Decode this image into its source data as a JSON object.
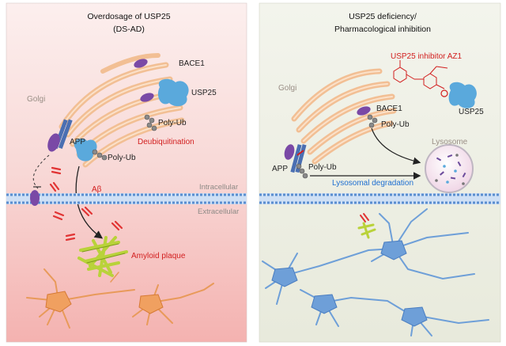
{
  "left_panel": {
    "title_line1": "Overdosage of USP25",
    "title_line2": "(DS-AD)",
    "labels": {
      "bace1": "BACE1",
      "usp25": "USP25",
      "golgi": "Golgi",
      "poly_ub_1": "Poly-Ub",
      "app": "APP",
      "deubiquitination": "Deubiquitination",
      "poly_ub_2": "Poly-Ub",
      "abeta": "Aβ",
      "intracellular": "Intracellular",
      "extracellular": "Extracellular",
      "amyloid_plaque": "Amyloid plaque"
    }
  },
  "right_panel": {
    "title_line1": "USP25 deficiency/",
    "title_line2": "Pharmacological inhibition",
    "labels": {
      "inhibitor": "USP25 inhibitor AZ1",
      "golgi": "Golgi",
      "bace1": "BACE1",
      "poly_ub_1": "Poly-Ub",
      "usp25": "USP25",
      "lysosome": "Lysosome",
      "app": "APP",
      "poly_ub_2": "Poly-Ub",
      "lysosomal_degradation": "Lysosomal degradation"
    }
  },
  "colors": {
    "left_bg_top": "#fbe8e6",
    "left_bg_bottom": "#f6b9b7",
    "right_bg": "#eef0e5",
    "golgi": "#f2bf94",
    "usp25": "#5aa9dc",
    "bace1": "#7a49a6",
    "neuron_orange": "#f0a060",
    "neuron_blue": "#6e9fd8",
    "membrane": "#5b8ecf",
    "plaque": "#b9d23a",
    "accent_red": "#d21e1e",
    "accent_blue": "#1f6fd1"
  }
}
